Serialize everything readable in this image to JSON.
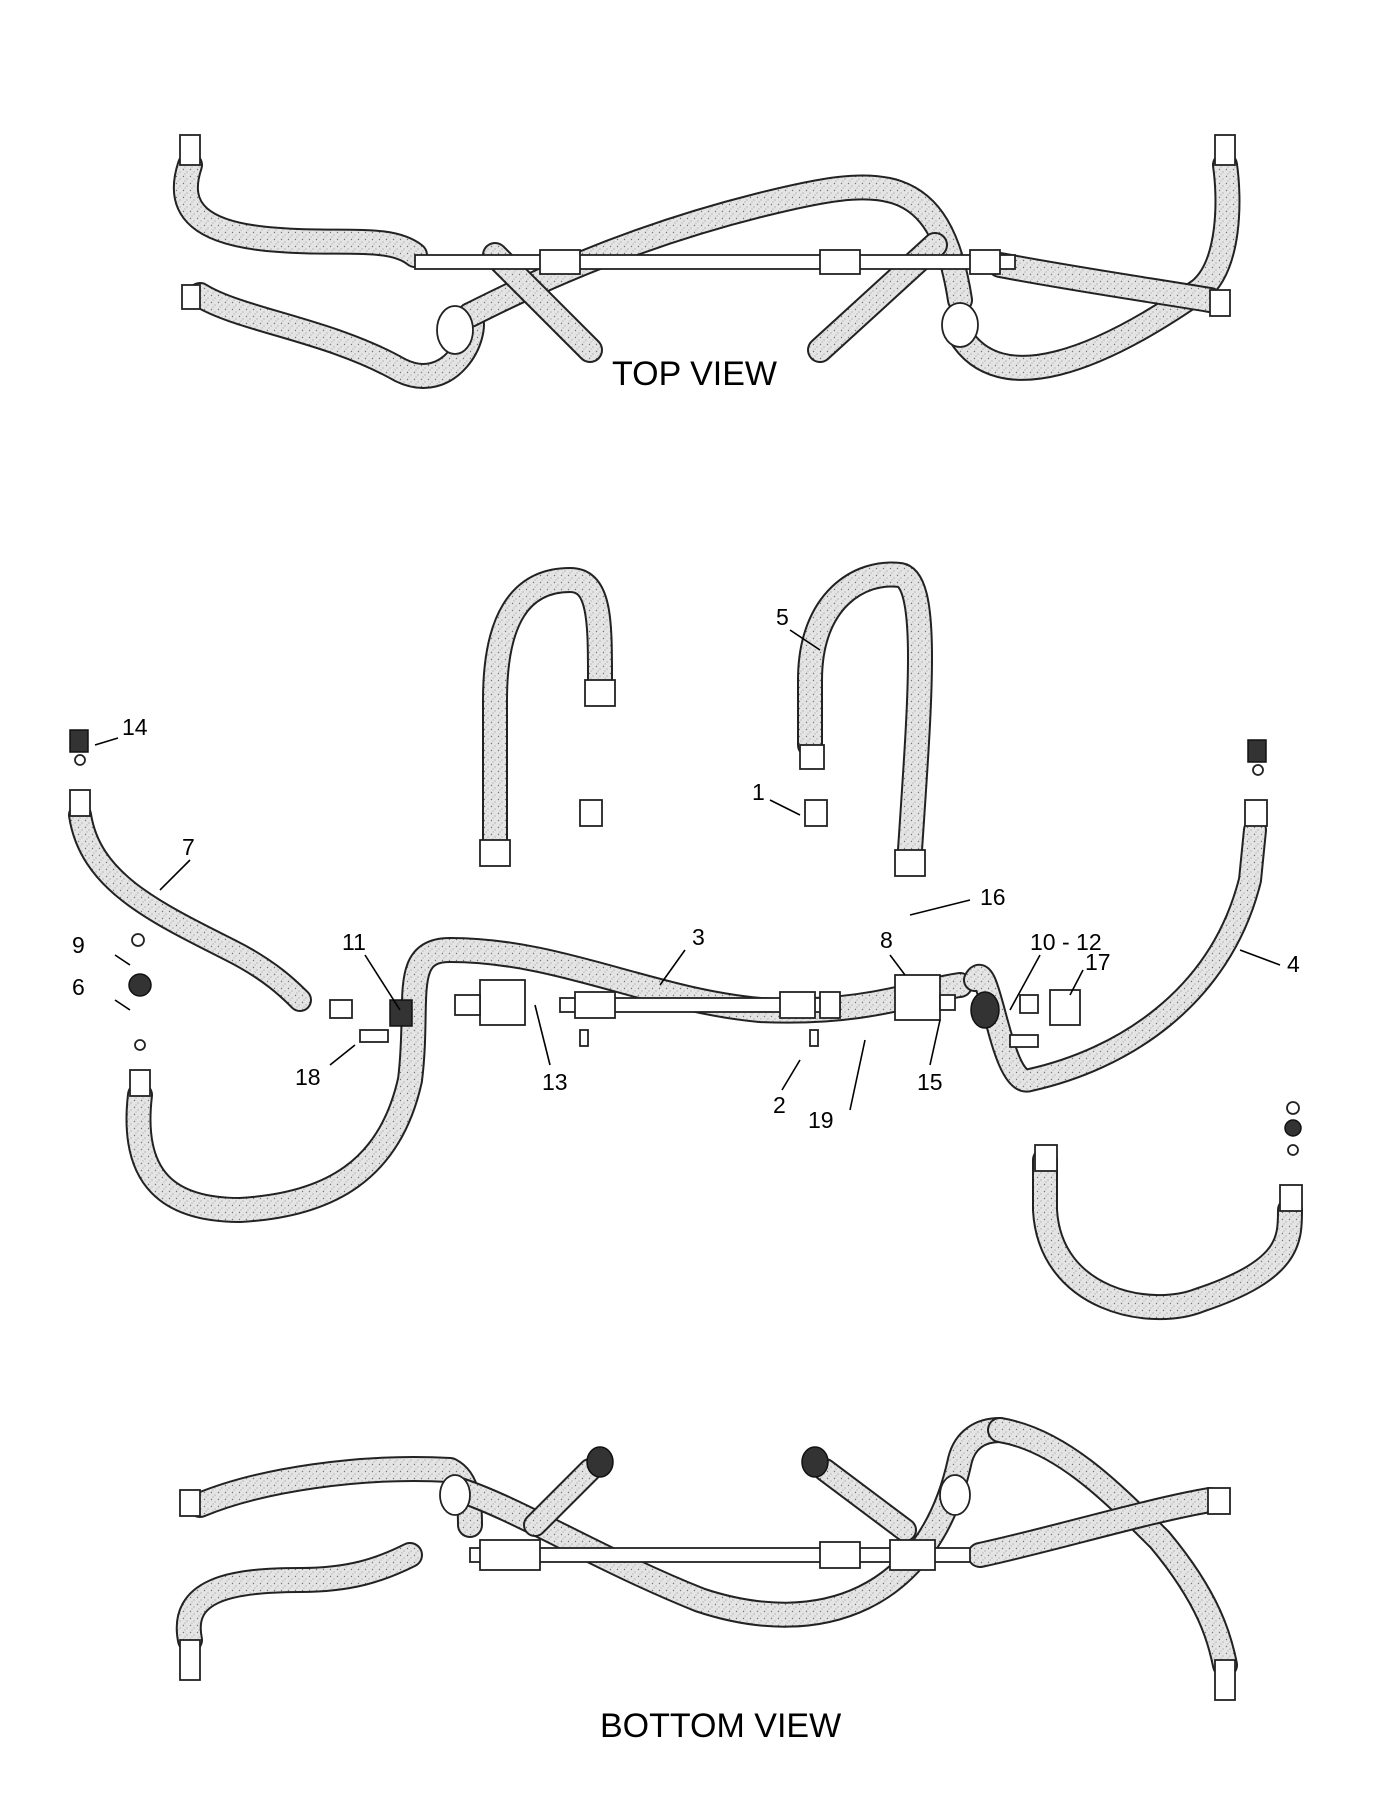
{
  "views": {
    "top": "TOP VIEW",
    "bottom": "BOTTOM VIEW"
  },
  "callouts": {
    "c1": "1",
    "c2": "2",
    "c3": "3",
    "c4": "4",
    "c5": "5",
    "c6": "6",
    "c7": "7",
    "c8": "8",
    "c9": "9",
    "c10_12": "10 - 12",
    "c11": "11",
    "c13": "13",
    "c14": "14",
    "c15": "15",
    "c16": "16",
    "c17": "17",
    "c18": "18",
    "c19": "19"
  },
  "colors": {
    "hose_fill": "#e6e6e6",
    "outline": "#222222",
    "background": "#ffffff"
  }
}
